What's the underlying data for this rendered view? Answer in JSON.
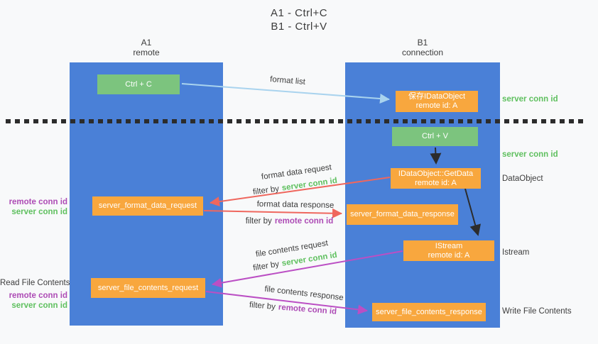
{
  "title": {
    "line1": "A1 - Ctrl+C",
    "line2": "B1 - Ctrl+V"
  },
  "columns": {
    "left": {
      "name": "A1",
      "subtitle": "remote"
    },
    "right": {
      "name": "B1",
      "subtitle": "connection"
    }
  },
  "boxes": {
    "ctrl_c": "Ctrl + C",
    "ctrl_v": "Ctrl + V",
    "save_dataobject": {
      "line1": "保存IDataObject",
      "line2": "remote id: A"
    },
    "getdata": {
      "line1": "IDataObject::GetData",
      "line2": "remote id: A"
    },
    "istream": {
      "line1": "IStream",
      "line2": "remote id: A"
    },
    "format_request": "server_format_data_request",
    "format_response": "server_format_data_response",
    "file_request": "server_file_contents_request",
    "file_response": "server_file_contents_response"
  },
  "arrow_labels": {
    "format_list": "format list",
    "format_request": {
      "text": "format data request",
      "filter_prefix": "filter by",
      "filter_key": "server conn id"
    },
    "format_response": {
      "text": "format data response",
      "filter_prefix": "filter by",
      "filter_key": "remote conn id"
    },
    "file_request": {
      "text": "file contents request",
      "filter_prefix": "filter by",
      "filter_key": "server conn id"
    },
    "file_response": {
      "text": "file contents response",
      "filter_prefix": "filter by",
      "filter_key": "remote conn id"
    }
  },
  "side_labels": {
    "left_top": {
      "remote": "remote conn id",
      "server": "server conn id"
    },
    "read_file": "Read File Contents",
    "left_bottom": {
      "remote": "remote conn id",
      "server": "server conn id"
    },
    "right_conn_1": "server conn id",
    "right_conn_2": "server conn id",
    "dataobject": "DataObject",
    "istream": "Istream",
    "write_file": "Write File Contents"
  },
  "colors": {
    "lane_blue": "#4a80d7",
    "box_green": "#7cc47e",
    "box_orange": "#f8a73e",
    "arrow_light_blue": "#a9d3ee",
    "arrow_red": "#ef675e",
    "arrow_purple": "#bb4fc4",
    "arrow_black": "#2c2c2c",
    "text_green": "#5fc05f",
    "text_purple": "#ad4bb5",
    "text_dark": "#3d3d3d",
    "background": "#f8f9fa"
  }
}
